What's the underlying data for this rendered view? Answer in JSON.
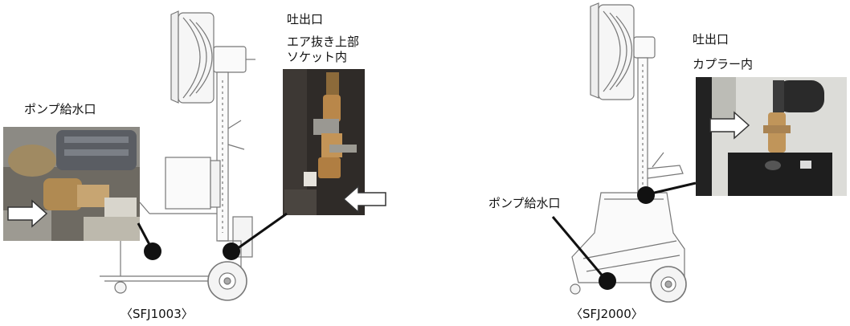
{
  "left": {
    "caption": "〈SFJ1003〉",
    "pump_inlet_label": "ポンプ給水口",
    "outlet_label": "吐出口",
    "outlet_detail_line1": "エア抜き上部",
    "outlet_detail_line2": "ソケット内"
  },
  "right": {
    "caption": "〈SFJ2000〉",
    "pump_inlet_label": "ポンプ給水口",
    "outlet_label": "吐出口",
    "outlet_detail": "カプラー内"
  }
}
